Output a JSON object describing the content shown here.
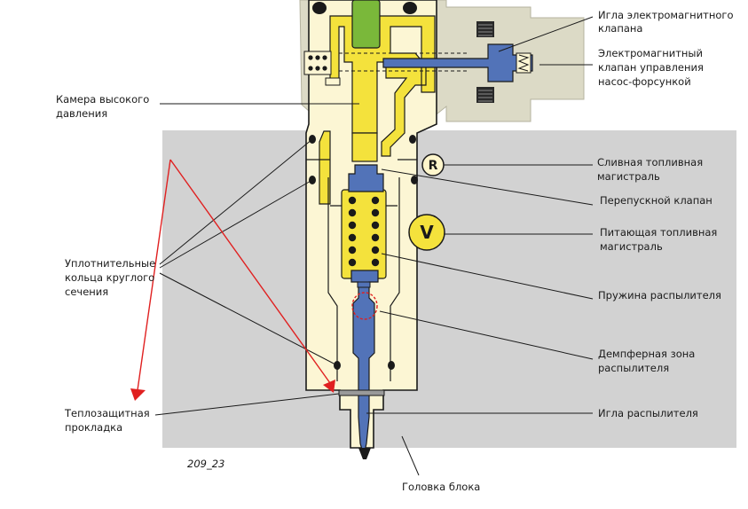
{
  "labels": {
    "solenoid_needle": [
      "Игла электромагнитного",
      "клапана"
    ],
    "solenoid_valve": [
      "Электромагнитный",
      "клапан управления",
      "насос-форсункой"
    ],
    "high_pressure_chamber": [
      "Камера высокого",
      "давления"
    ],
    "return_line": [
      "Сливная топливная",
      "магистраль"
    ],
    "bypass_valve": [
      "Перепускной клапан"
    ],
    "supply_line": [
      "Питающая топливная",
      "магистраль"
    ],
    "o_rings": [
      "Уплотнительные",
      "кольца круглого",
      "сечения"
    ],
    "nozzle_spring": [
      "Пружина распылителя"
    ],
    "damper_zone": [
      "Демпферная зона",
      "распылителя"
    ],
    "heat_shield": [
      "Теплозащитная",
      "прокладка"
    ],
    "nozzle_needle": [
      "Игла распылителя"
    ],
    "cylinder_head": [
      "Головка блока"
    ]
  },
  "markers": {
    "return": "R",
    "supply": "V"
  },
  "figure_code": "209_23",
  "colors": {
    "cylinder_head": "#d2d2d2",
    "solenoid_housing": "#dcdac6",
    "body_fill": "#fcf6d4",
    "fuel_yellow": "#f4e23c",
    "piston_green": "#7ab83a",
    "needle_blue": "#5273b8",
    "arrow_red": "#e02020",
    "outline": "#1a1a1a"
  }
}
